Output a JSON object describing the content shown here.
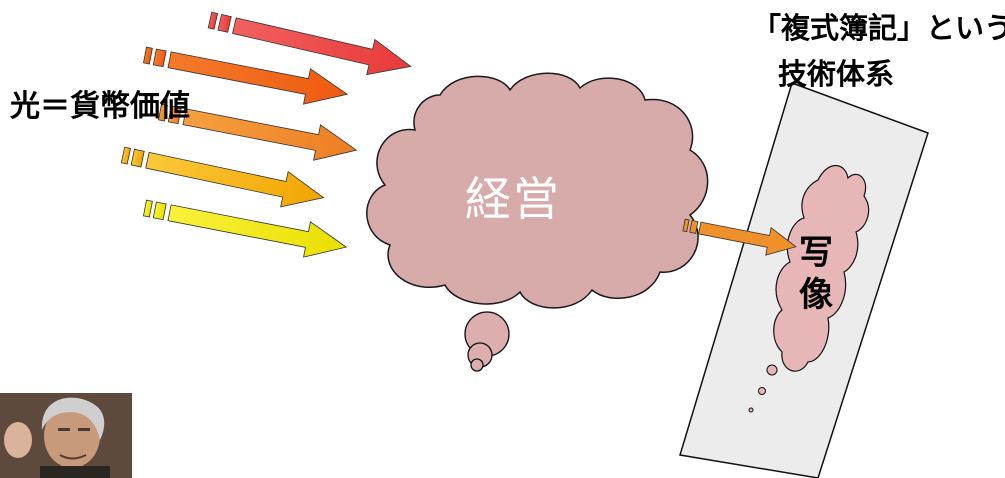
{
  "labels": {
    "light": "光＝貨幣価値",
    "system_line1": "「複式簿記」という",
    "system_line2": "技術体系",
    "cloud": "経営",
    "image_line1": "写",
    "image_line2": "像"
  },
  "colors": {
    "arrows": [
      "#f04848",
      "#f26a1e",
      "#f08c2a",
      "#f7b500",
      "#f1e900"
    ],
    "cloud_fill": "#dcaeae",
    "image_fill": "#e7b7b7",
    "paper_fill": "#ececec",
    "projection_arrow": "#f0902a"
  },
  "icons": {
    "portrait": "photo-of-person"
  }
}
